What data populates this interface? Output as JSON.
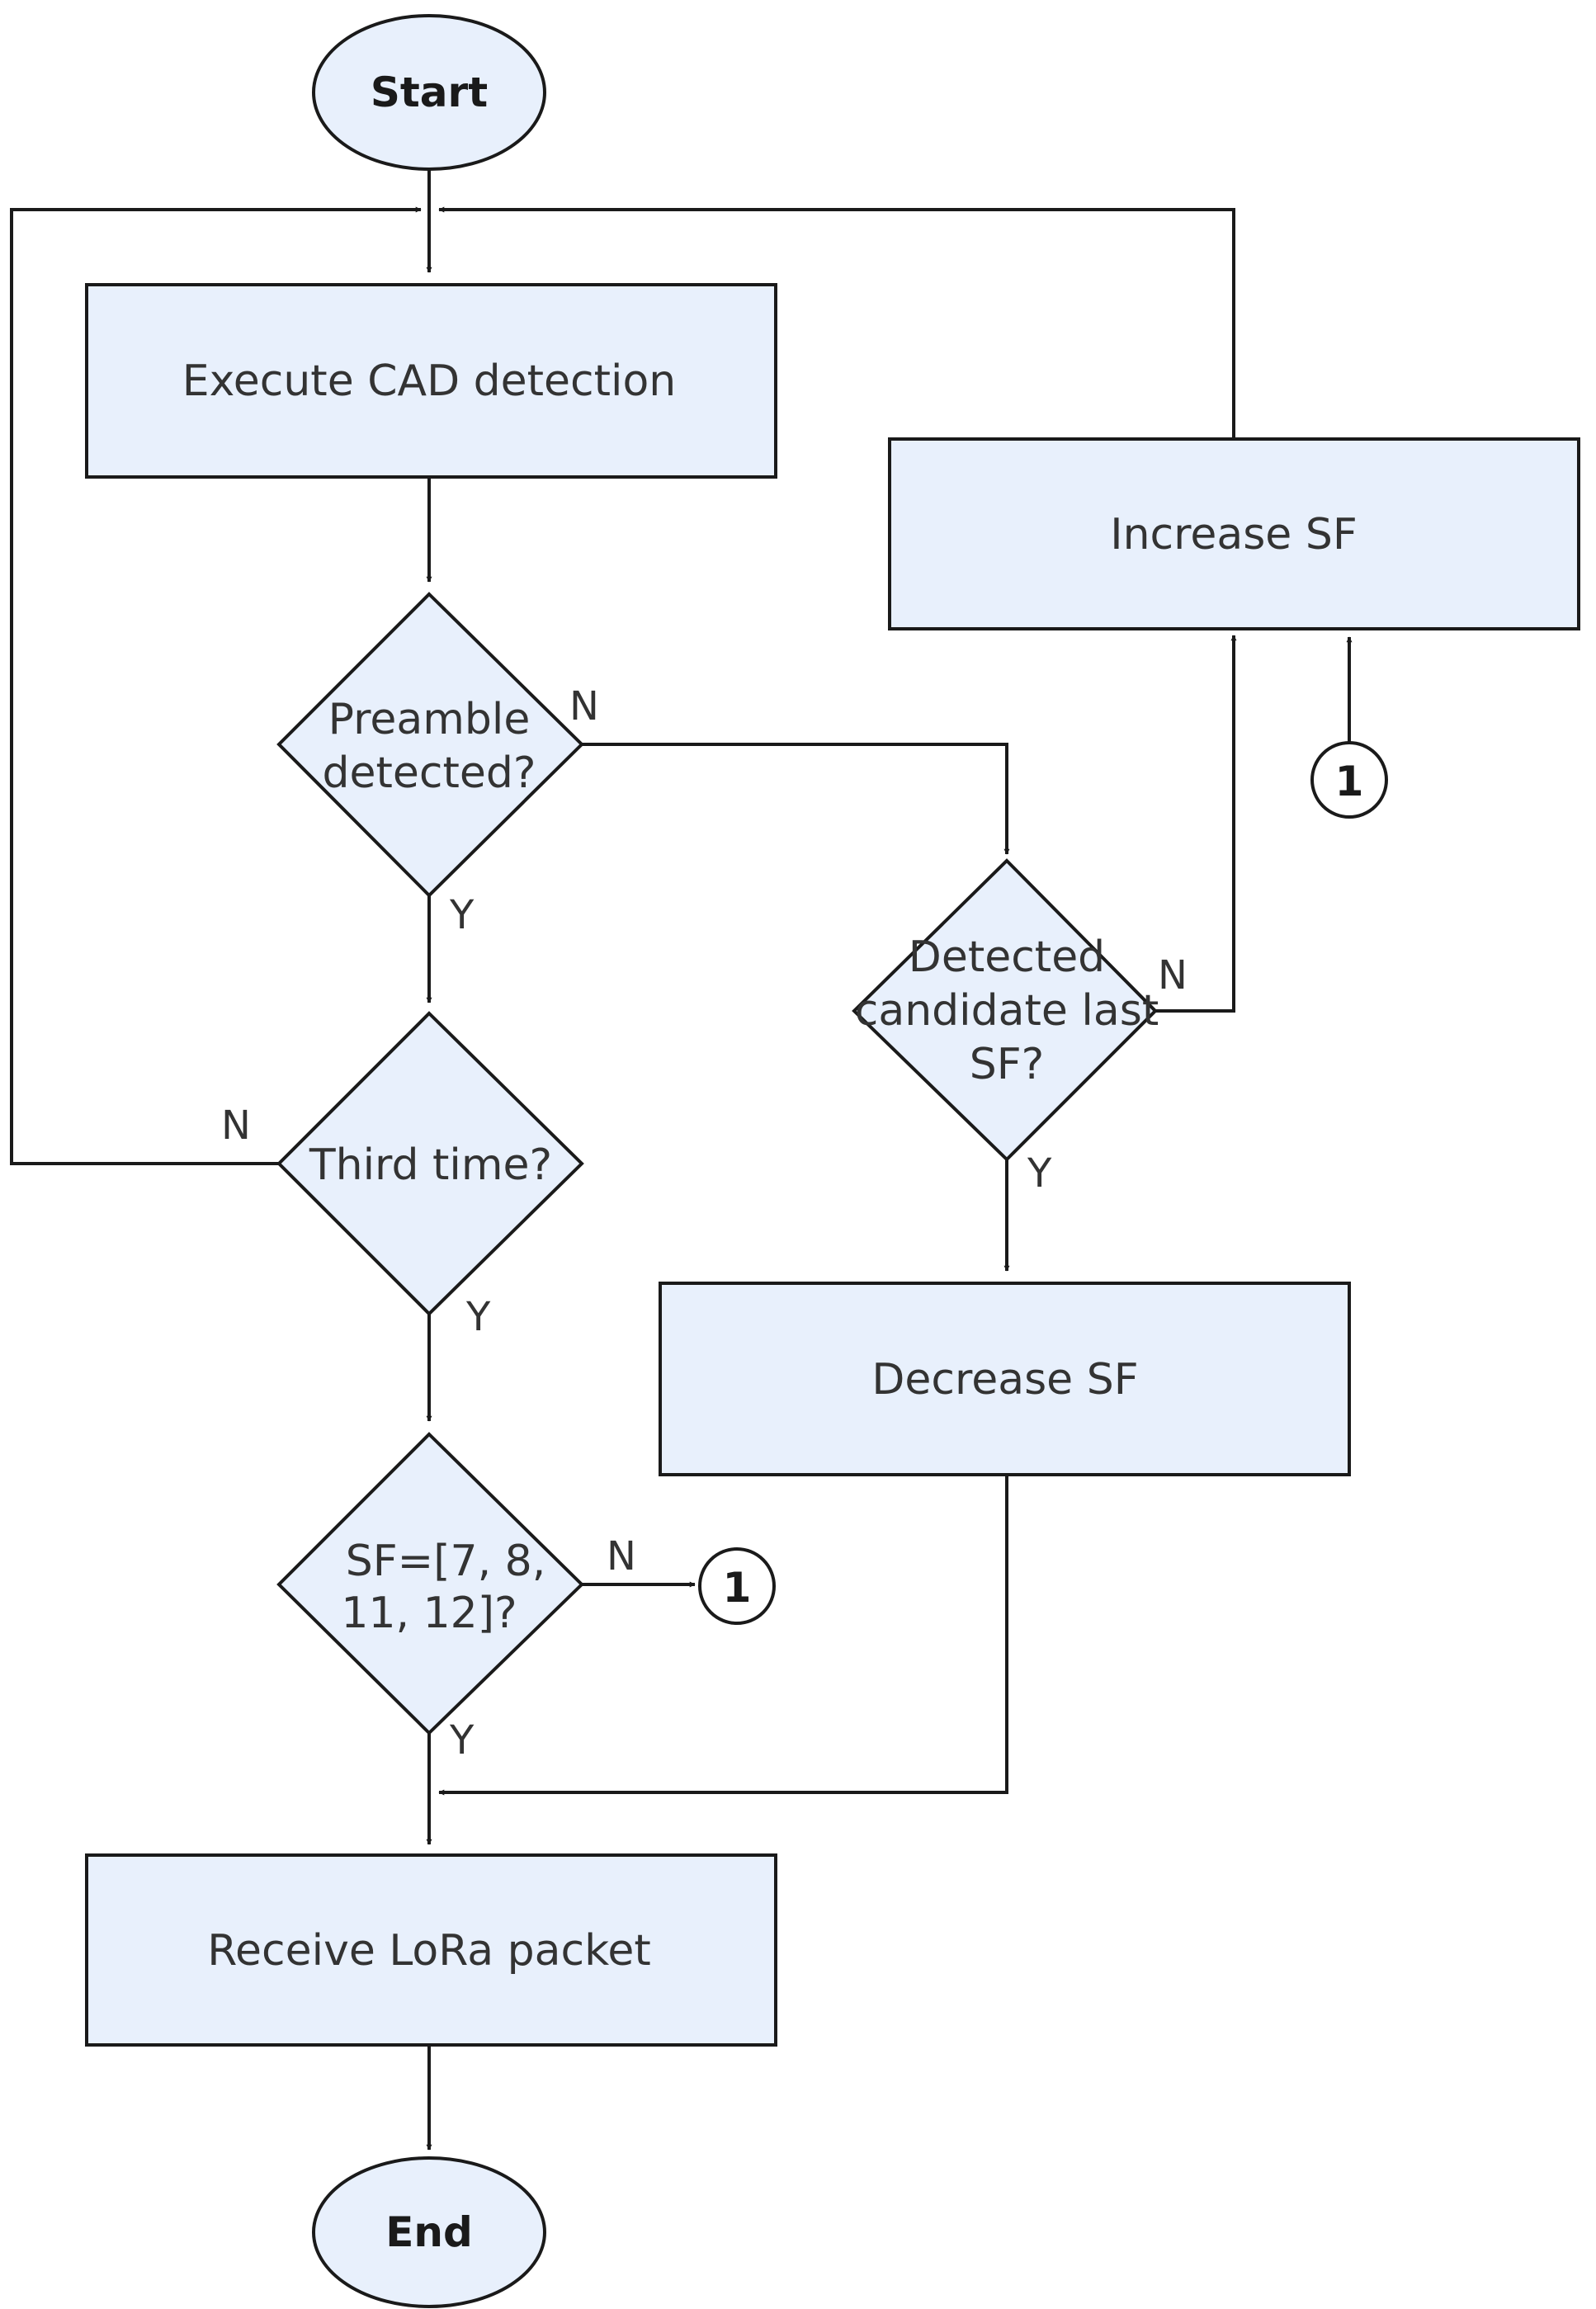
{
  "nodes": {
    "start": "Start",
    "execute_cad": "Execute CAD detection",
    "preamble_line1": "Preamble",
    "preamble_line2": "detected?",
    "third_time": "Third time?",
    "sf_check_line1": "SF=[7, 8,",
    "sf_check_line2": "11, 12]?",
    "receive_packet": "Receive LoRa packet",
    "end": "End",
    "increase_sf": "Increase SF",
    "candidate_line1": "Detected",
    "candidate_line2": "candidate last",
    "candidate_line3": "SF?",
    "decrease_sf": "Decrease SF",
    "connector_from_sf": "1",
    "connector_to_increase": "1"
  },
  "edge_labels": {
    "preamble_no": "N",
    "preamble_yes": "Y",
    "third_no": "N",
    "third_yes": "Y",
    "sf_no": "N",
    "sf_yes": "Y",
    "candidate_no": "N",
    "candidate_yes": "Y"
  },
  "colors": {
    "node_fill": "#e8f0fc",
    "stroke": "#1a1a1a",
    "text": "#333333"
  }
}
